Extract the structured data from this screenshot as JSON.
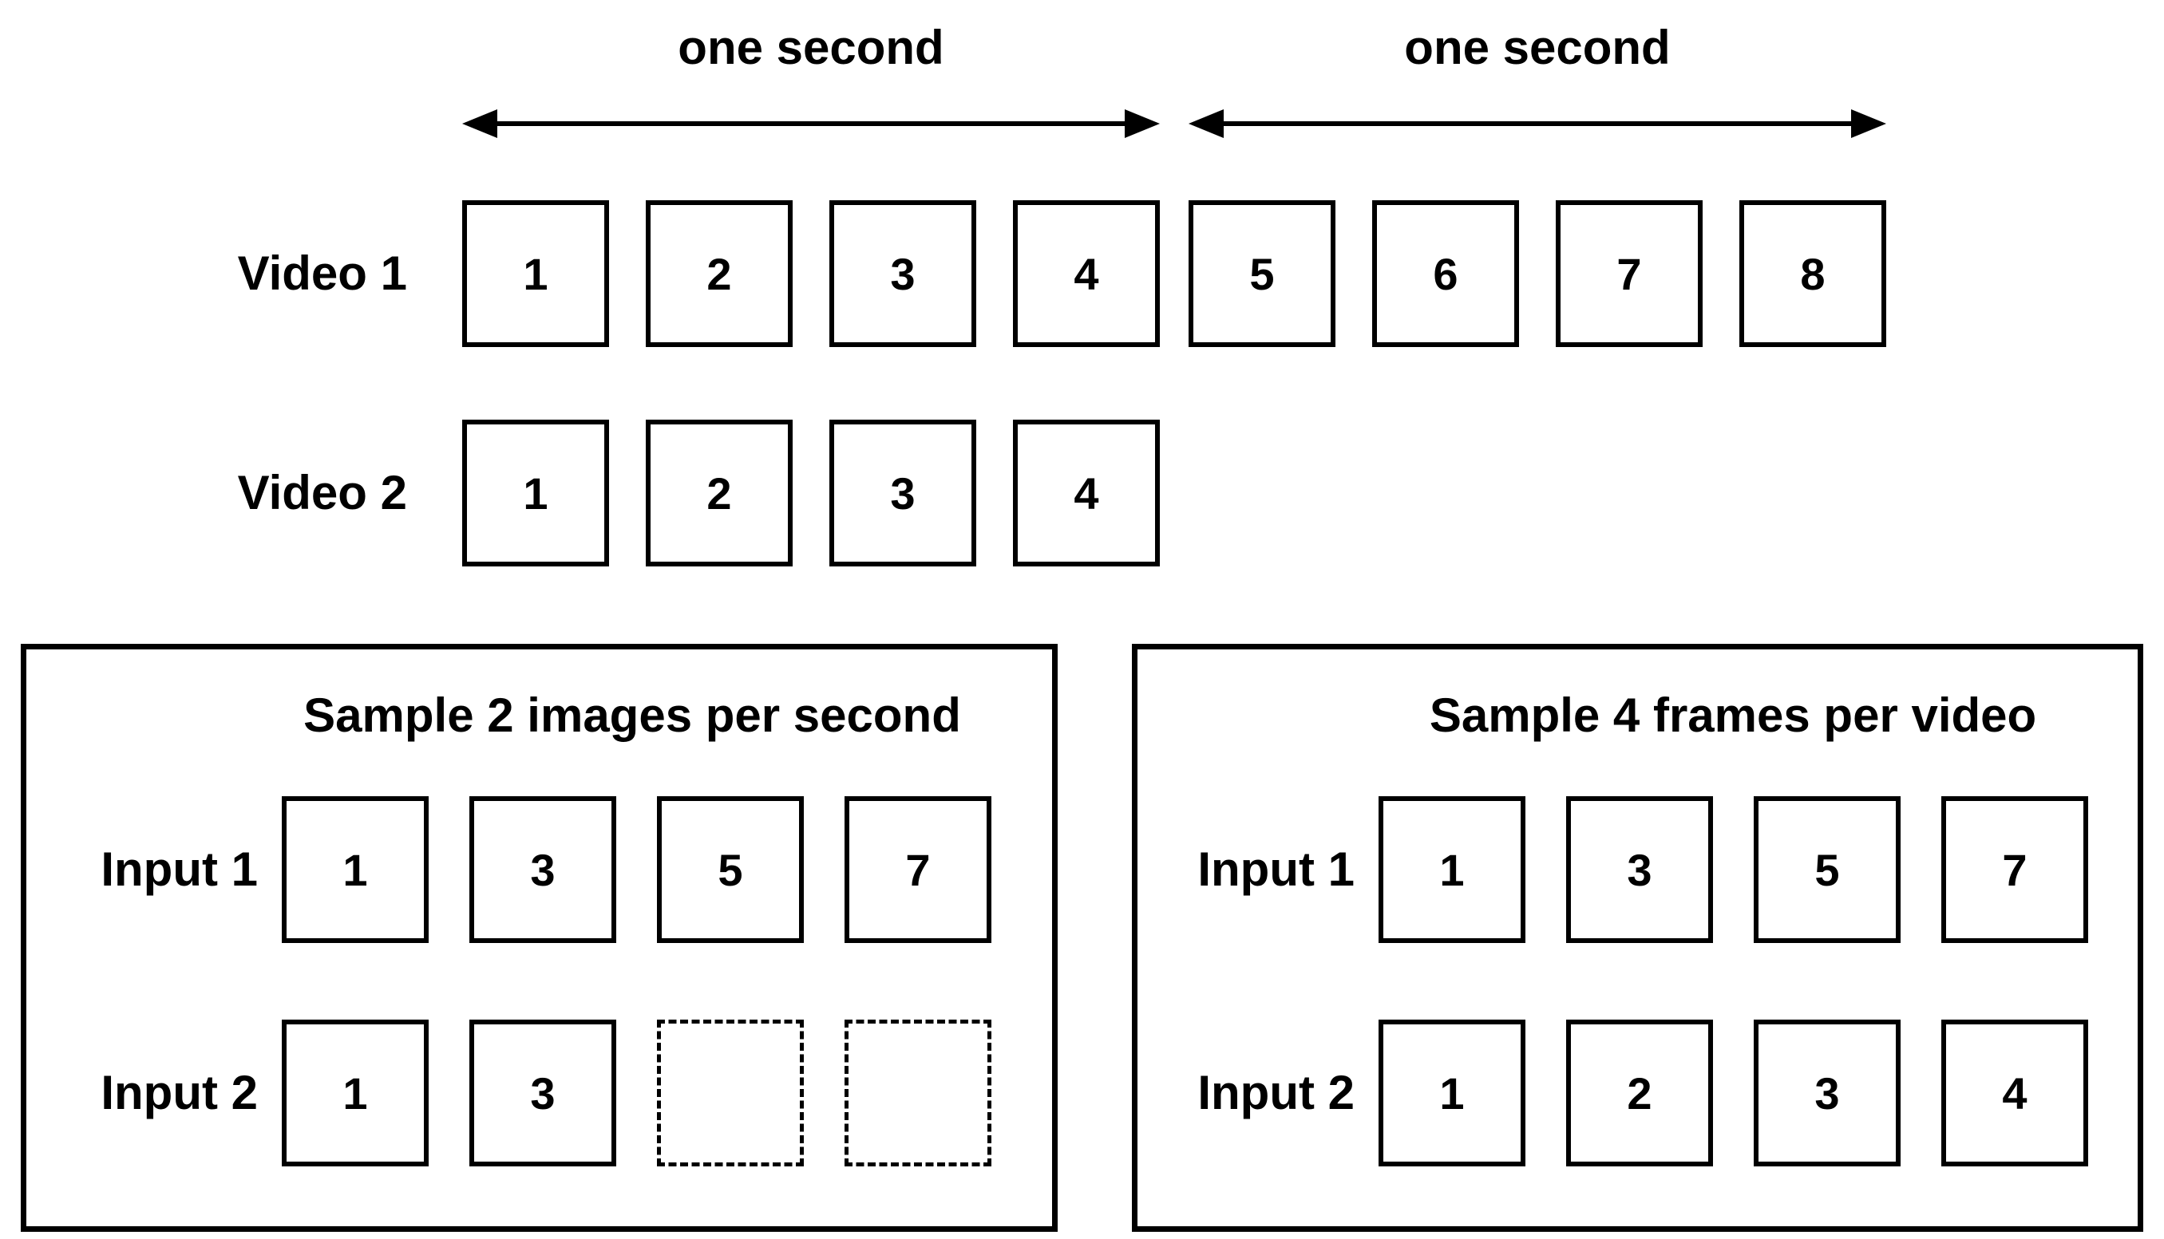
{
  "page": {
    "background": "#ffffff",
    "ink": "#000000"
  },
  "timeline": {
    "labels": [
      "one second",
      "one second"
    ]
  },
  "videos": [
    {
      "label": "Video 1",
      "frames": [
        "1",
        "2",
        "3",
        "4",
        "5",
        "6",
        "7",
        "8"
      ]
    },
    {
      "label": "Video 2",
      "frames": [
        "1",
        "2",
        "3",
        "4"
      ]
    }
  ],
  "panels": [
    {
      "title": "Sample 2 images per second",
      "rows": [
        {
          "label": "Input 1",
          "frames": [
            "1",
            "3",
            "5",
            "7"
          ],
          "empty_slots": 0
        },
        {
          "label": "Input 2",
          "frames": [
            "1",
            "3"
          ],
          "empty_slots": 2
        }
      ]
    },
    {
      "title": "Sample 4 frames per video",
      "rows": [
        {
          "label": "Input 1",
          "frames": [
            "1",
            "3",
            "5",
            "7"
          ],
          "empty_slots": 0
        },
        {
          "label": "Input 2",
          "frames": [
            "1",
            "2",
            "3",
            "4"
          ],
          "empty_slots": 0
        }
      ]
    }
  ]
}
